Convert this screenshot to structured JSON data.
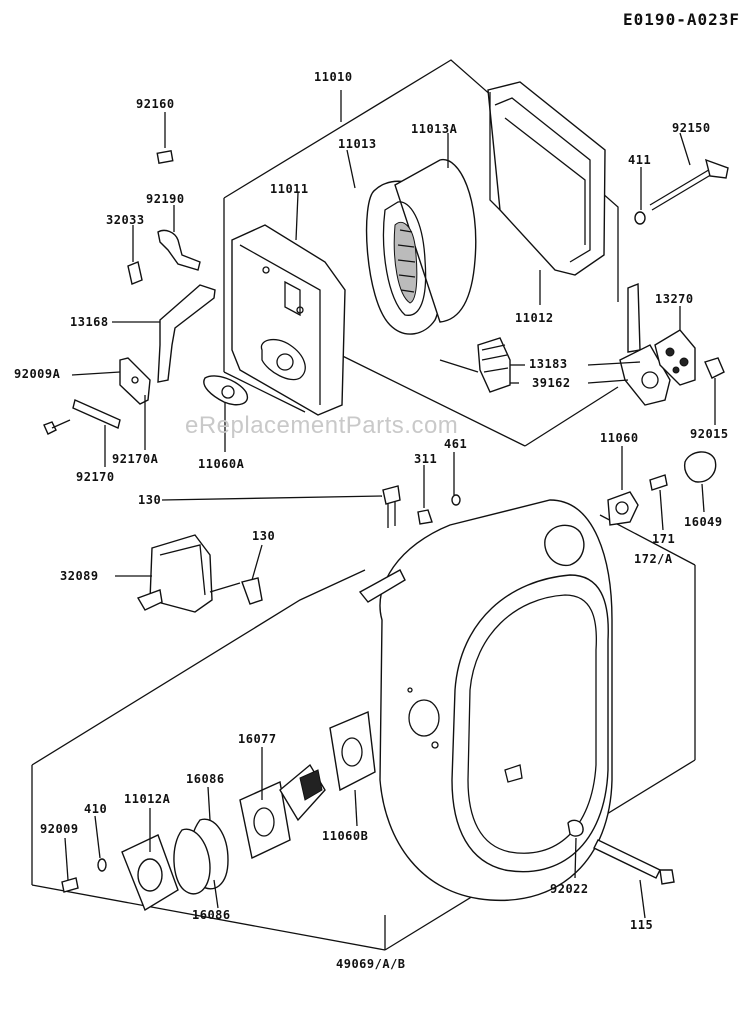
{
  "diagram_code": "E0190-A023F",
  "watermark": "eReplacementParts.com",
  "labels": {
    "l11010": "11010",
    "l92160": "92160",
    "l11013A": "11013A",
    "l11013": "11013",
    "l92150": "92150",
    "l92190": "92190",
    "l11011": "11011",
    "l411": "411",
    "l32033": "32033",
    "l13270": "13270",
    "l13168": "13168",
    "l11012": "11012",
    "l13183": "13183",
    "l39162": "39162",
    "l92009A": "92009A",
    "l92015": "92015",
    "l11060A": "11060A",
    "l92170A": "92170A",
    "l92170": "92170",
    "l311": "311",
    "l461": "461",
    "l11060": "11060",
    "l130a": "130",
    "l171": "171",
    "l16049": "16049",
    "l172A": "172/A",
    "l130b": "130",
    "l32089": "32089",
    "l16077": "16077",
    "l16086a": "16086",
    "l11012A": "11012A",
    "l410": "410",
    "l92009": "92009",
    "l11060B": "11060B",
    "l92022": "92022",
    "l115": "115",
    "l16086b": "16086",
    "l49069": "49069/A/B"
  }
}
